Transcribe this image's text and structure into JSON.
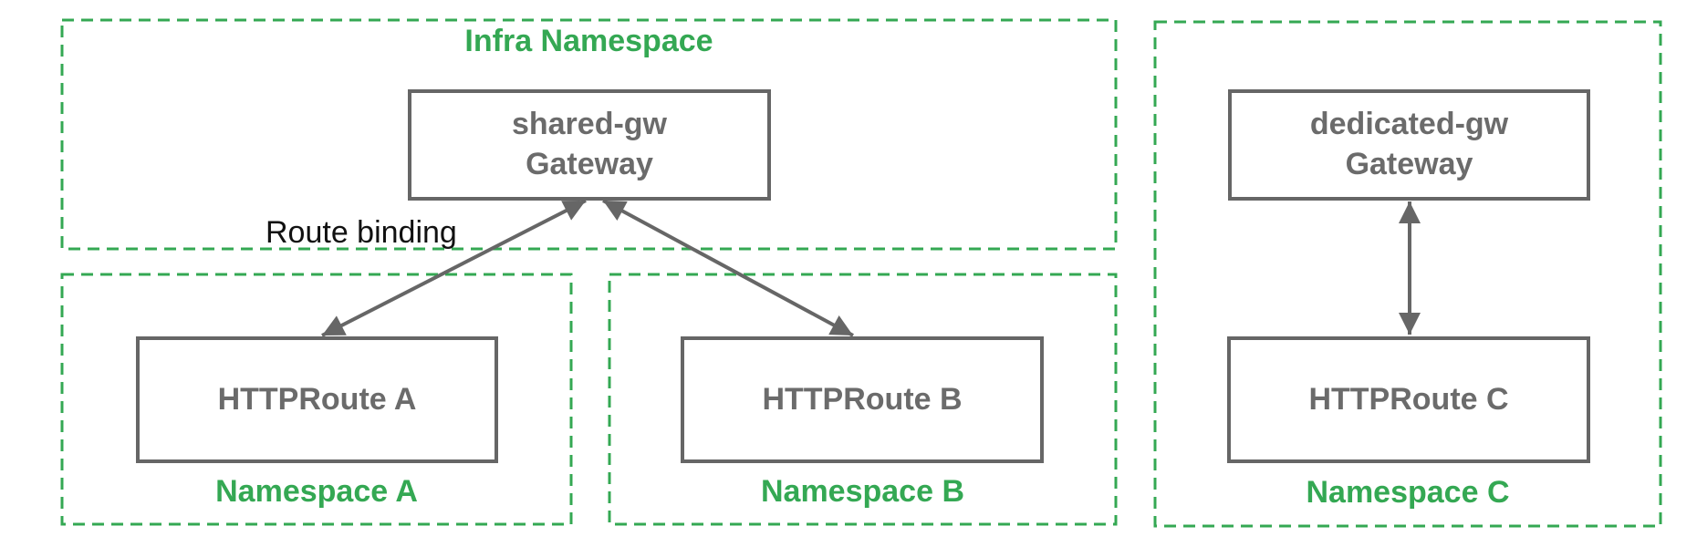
{
  "colors": {
    "namespace_green": "#34a853",
    "node_gray": "#666666",
    "node_text_gray": "#6b6b6b",
    "annotation_black": "#111111"
  },
  "diagram": {
    "infra_namespace": {
      "label": "Infra Namespace",
      "gateway": {
        "name": "shared-gw",
        "kind": "Gateway"
      }
    },
    "namespace_a": {
      "label": "Namespace A",
      "route": {
        "name": "HTTPRoute A"
      }
    },
    "namespace_b": {
      "label": "Namespace B",
      "route": {
        "name": "HTTPRoute B"
      }
    },
    "namespace_c": {
      "label": "Namespace C",
      "gateway": {
        "name": "dedicated-gw",
        "kind": "Gateway"
      },
      "route": {
        "name": "HTTPRoute C"
      }
    },
    "edge_label": "Route binding"
  }
}
